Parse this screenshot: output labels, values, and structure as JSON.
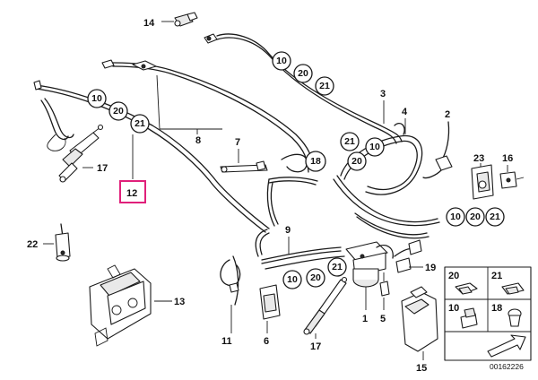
{
  "diagram": {
    "reference": "00162226",
    "highlighted_label": "12"
  },
  "labels": {
    "p1": "1",
    "p2": "2",
    "p3": "3",
    "p4": "4",
    "p5": "5",
    "p6": "6",
    "p7": "7",
    "p8": "8",
    "p9": "9",
    "p11": "11",
    "p12": "12",
    "p13": "13",
    "p14": "14",
    "p15": "15",
    "p16": "16",
    "p17a": "17",
    "p17b": "17",
    "p19": "19",
    "p22": "22",
    "p23": "23"
  },
  "callouts": {
    "c10a": "10",
    "c20a": "20",
    "c21a": "21",
    "c10b": "10",
    "c20b": "20",
    "c21b": "21",
    "c21c": "21",
    "c20c": "20",
    "c10c": "10",
    "c10d": "10",
    "c20d": "20",
    "c21d": "21",
    "c10e": "10",
    "c20e": "20",
    "c21e": "21"
  },
  "legend": {
    "l20": "20",
    "l21": "21",
    "l10": "10",
    "l18": "18"
  },
  "colors": {
    "highlight": "#e0207a",
    "line": "#1a1a1a"
  }
}
